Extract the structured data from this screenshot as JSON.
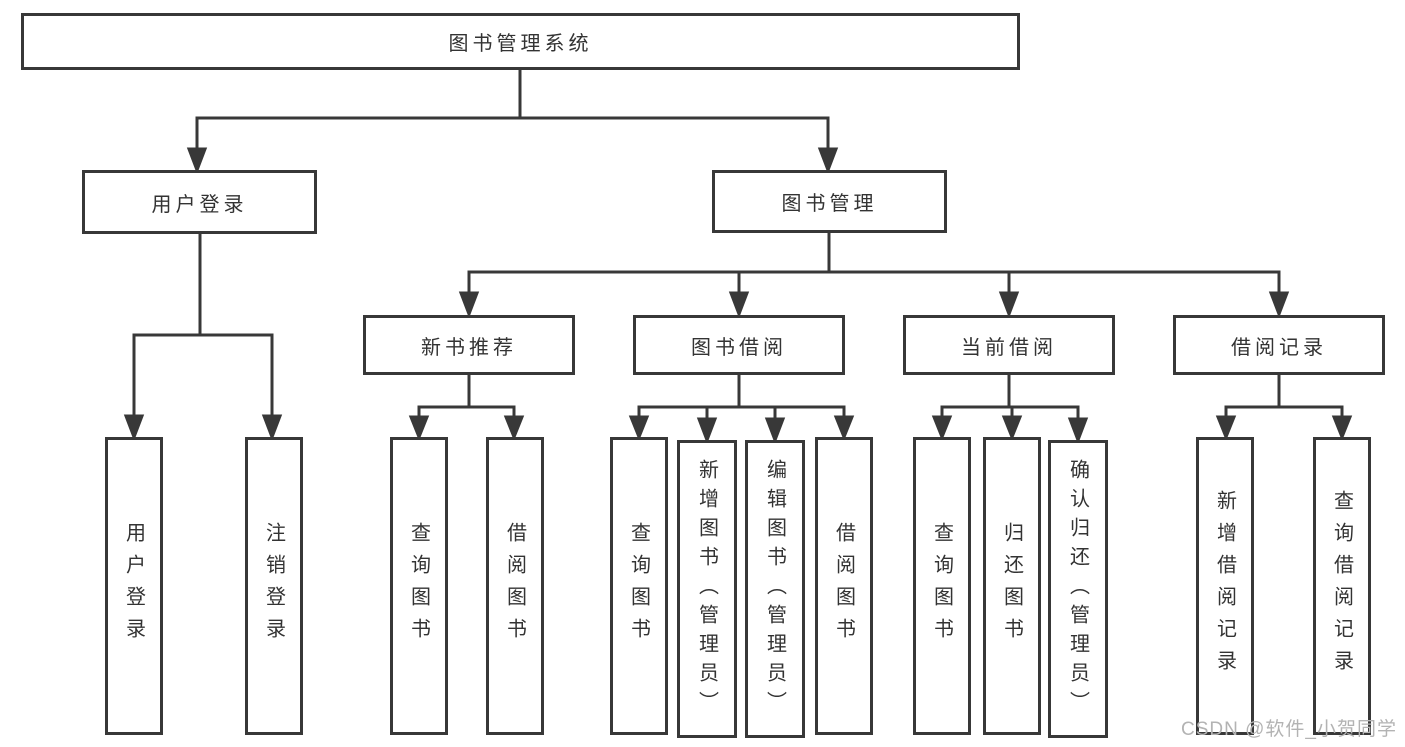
{
  "diagram_type": "hierarchy-tree",
  "colors": {
    "background": "#ffffff",
    "line": "#383838",
    "box_border": "#383838",
    "text": "#333333",
    "watermark": "#b3b3b3"
  },
  "tree": {
    "label": "图书管理系统",
    "children": [
      {
        "label": "用户登录",
        "children": [
          {
            "label": "用户登录"
          },
          {
            "label": "注销登录"
          }
        ]
      },
      {
        "label": "图书管理",
        "children": [
          {
            "label": "新书推荐",
            "children": [
              {
                "label": "查询图书"
              },
              {
                "label": "借阅图书"
              }
            ]
          },
          {
            "label": "图书借阅",
            "children": [
              {
                "label": "查询图书"
              },
              {
                "label": "新增图书（管理员）"
              },
              {
                "label": "编辑图书（管理员）"
              },
              {
                "label": "借阅图书"
              }
            ]
          },
          {
            "label": "当前借阅",
            "children": [
              {
                "label": "查询图书"
              },
              {
                "label": "归还图书"
              },
              {
                "label": "确认归还（管理员）"
              }
            ]
          },
          {
            "label": "借阅记录",
            "children": [
              {
                "label": "新增借阅记录"
              },
              {
                "label": "查询借阅记录"
              }
            ]
          }
        ]
      }
    ]
  },
  "watermark": {
    "text": "CSDN @软件_小贺同学"
  }
}
